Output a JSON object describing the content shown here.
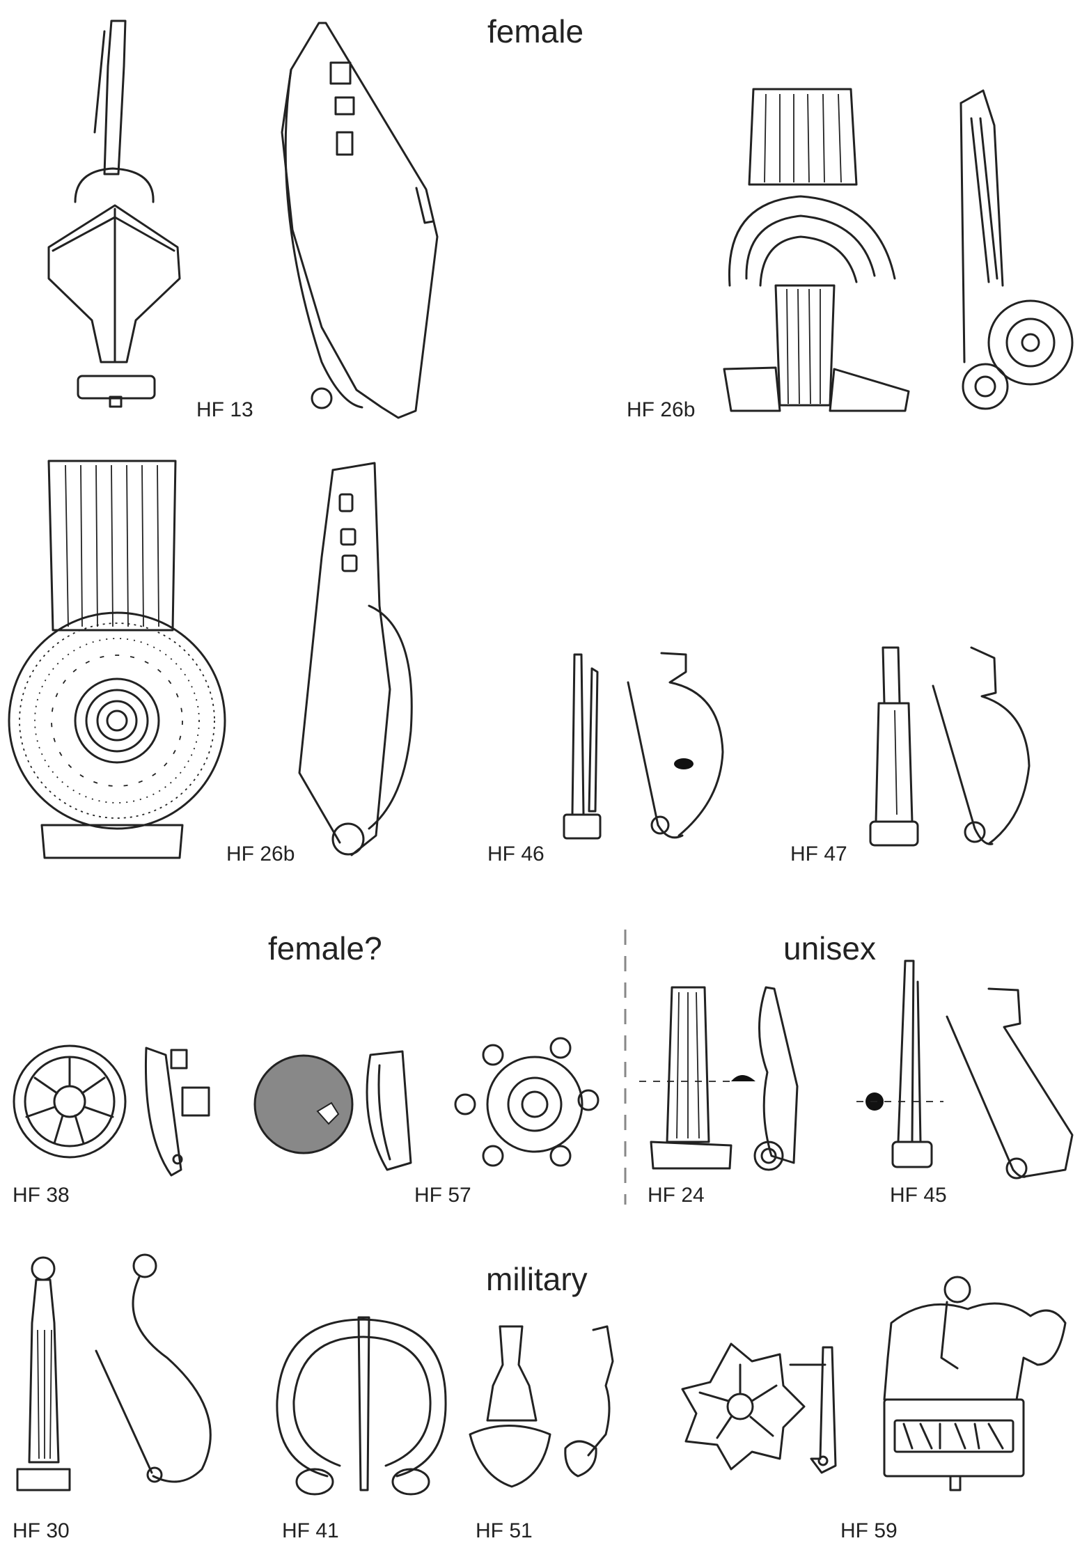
{
  "headings": {
    "female": "female",
    "female_q": "female?",
    "unisex": "unisex",
    "military": "military"
  },
  "labels": {
    "hf13": "HF 13",
    "hf26b_a": "HF 26b",
    "hf26b_b": "HF 26b",
    "hf46": "HF 46",
    "hf47": "HF 47",
    "hf38": "HF 38",
    "hf57": "HF 57",
    "hf24": "HF 24",
    "hf45": "HF 45",
    "hf30": "HF 30",
    "hf41": "HF 41",
    "hf51": "HF 51",
    "hf59": "HF 59"
  }
}
